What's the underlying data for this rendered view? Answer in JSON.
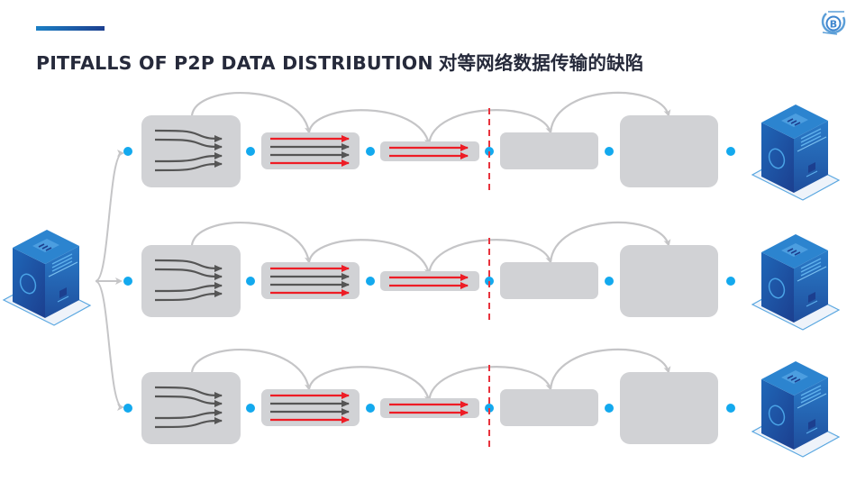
{
  "header": {
    "title_en": "PITFALLS OF P2P DATA DISTRIBUTION",
    "title_cn": "对等网络数据传输的缺陷",
    "logo_icon": "brand-logo-b-icon"
  },
  "colors": {
    "accent_bar": "#1c5fae",
    "title_text": "#262a3b",
    "node_dot": "#13a9ee",
    "box_fill": "#d1d2d5",
    "arrow_dark": "#555555",
    "arrow_red": "#ee1c25",
    "connector_gray": "#c5c5c7",
    "server_blue": "#1d4f9c",
    "cut_line": "#e8323c"
  },
  "diagram": {
    "source": {
      "icon": "server-icon",
      "label": "source-server"
    },
    "rows": [
      {
        "id": "row-1",
        "destination_icon": "server-icon",
        "stages": [
          {
            "type": "merge",
            "arrows": [
              "dark",
              "dark",
              "dark",
              "dark"
            ]
          },
          {
            "type": "parallel",
            "arrows": [
              "red",
              "dark",
              "dark",
              "red"
            ]
          },
          {
            "type": "parallel",
            "arrows": [
              "red",
              "red"
            ]
          },
          {
            "type": "empty"
          },
          {
            "type": "empty-large"
          }
        ]
      },
      {
        "id": "row-2",
        "destination_icon": "server-icon",
        "stages": [
          {
            "type": "merge",
            "arrows": [
              "dark",
              "dark",
              "dark",
              "dark"
            ]
          },
          {
            "type": "parallel",
            "arrows": [
              "red",
              "dark",
              "dark",
              "red"
            ]
          },
          {
            "type": "parallel",
            "arrows": [
              "red",
              "red"
            ]
          },
          {
            "type": "empty"
          },
          {
            "type": "empty-large"
          }
        ]
      },
      {
        "id": "row-3",
        "destination_icon": "server-icon",
        "stages": [
          {
            "type": "merge",
            "arrows": [
              "dark",
              "dark",
              "dark",
              "dark"
            ]
          },
          {
            "type": "parallel",
            "arrows": [
              "red",
              "dark",
              "dark",
              "red"
            ]
          },
          {
            "type": "parallel",
            "arrows": [
              "red",
              "red"
            ]
          },
          {
            "type": "empty"
          },
          {
            "type": "empty-large"
          }
        ]
      }
    ],
    "cut_marker": "dashed-red-break-line"
  }
}
